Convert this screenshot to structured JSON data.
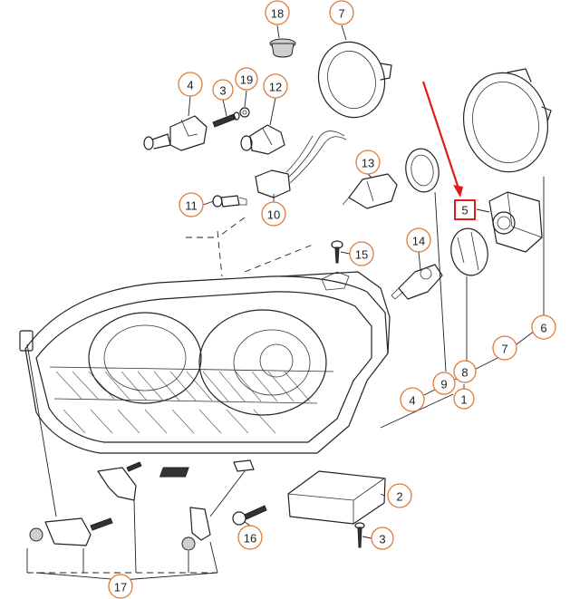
{
  "callouts": {
    "c1": "1",
    "c2": "2",
    "c3a": "3",
    "c3b": "3",
    "c4a": "4",
    "c4b": "4",
    "c5": "5",
    "c6": "6",
    "c7a": "7",
    "c7b": "7",
    "c8": "8",
    "c9": "9",
    "c10": "10",
    "c11": "11",
    "c12": "12",
    "c13": "13",
    "c14": "14",
    "c15": "15",
    "c16": "16",
    "c17": "17",
    "c18": "18",
    "c19": "19"
  },
  "colors": {
    "callout_ring": "#e07a3a",
    "highlight": "#e01b1b",
    "line": "#222222"
  }
}
